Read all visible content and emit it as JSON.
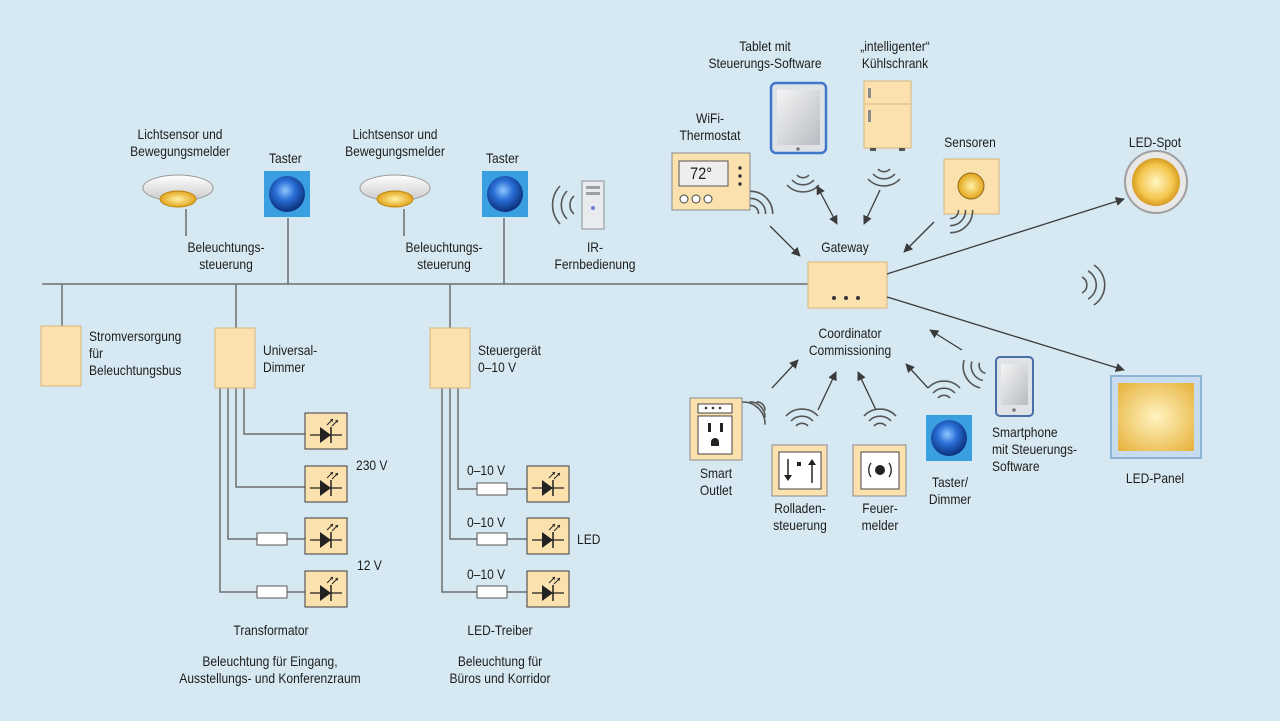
{
  "colors": {
    "background": "#d6e9f3",
    "box_fill": "#fbe1ae",
    "box_stroke": "#d9b57a",
    "line": "#6d6d6d",
    "button_blue": "#1f5fc4",
    "button_frame": "#3a9fe0"
  },
  "labels": {
    "lichtsensor_1": "Lichtsensor und\nBewegungsmelder",
    "taster_1": "Taster",
    "beleuchtung_1": "Beleuchtungs-\nsteuerung",
    "lichtsensor_2": "Lichtsensor und\nBewegungsmelder",
    "taster_2": "Taster",
    "beleuchtung_2": "Beleuchtungs-\nsteuerung",
    "ir": "IR-\nFernbedienung",
    "stromversorgung": "Stromversorgung\nfür\nBeleuchtungsbus",
    "universal_dimmer": "Universal-\nDimmer",
    "v230": "230 V",
    "v12": "12 V",
    "transformator": "Transformator",
    "beleuchtung_eingang": "Beleuchtung für Eingang,\nAusstellungs- und Konferenzraum",
    "steuergeraet": "Steuergerät\n0–10 V",
    "v010_1": "0–10 V",
    "v010_2": "0–10 V",
    "v010_3": "0–10 V",
    "led": "LED",
    "led_treiber": "LED-Treiber",
    "beleuchtung_bueros": "Beleuchtung für\nBüros und Korridor",
    "tablet": "Tablet mit\nSteuerungs-Software",
    "kuehlschrank": "„intelligenter“\nKühlschrank",
    "thermostat": "WiFi-\nThermostat",
    "thermostat_display": "72°",
    "sensoren": "Sensoren",
    "gateway": "Gateway",
    "coordinator": "Coordinator\nCommissioning",
    "led_spot": "LED-Spot",
    "led_panel": "LED-Panel",
    "smartphone": "Smartphone\nmit Steuerungs-\nSoftware",
    "smart_outlet": "Smart\nOutlet",
    "rolladen": "Rolladen-\nsteuerung",
    "feuermelder": "Feuer-\nmelder",
    "taster_dimmer": "Taster/\nDimmer"
  }
}
